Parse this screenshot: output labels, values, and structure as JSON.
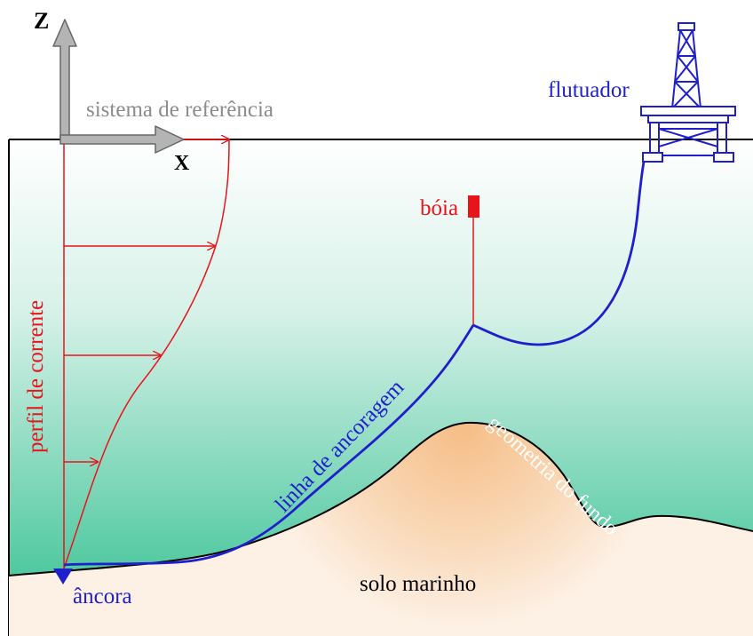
{
  "labels": {
    "axis_z": "Z",
    "axis_x": "X",
    "reference_system": "sistema de referência",
    "float": "flutuador",
    "buoy": "bóia",
    "current_profile": "perfil de corrente",
    "mooring_line": "linha de ancoragem",
    "seabed_geometry": "geometria do fundo",
    "seabed_soil": "solo marinho",
    "anchor": "âncora"
  },
  "colors": {
    "current": "#e8141b",
    "mooring": "#1f1fcc",
    "reference": "#8c8c8c",
    "water_top": "#ffffff",
    "water_bottom": "#2fbf8f",
    "soil_light": "#fdf1e6",
    "soil_dark": "#f6bd86",
    "outline": "#000000"
  },
  "icons": [
    "anchor-icon",
    "buoy-icon",
    "platform-icon",
    "arrow-icon"
  ]
}
